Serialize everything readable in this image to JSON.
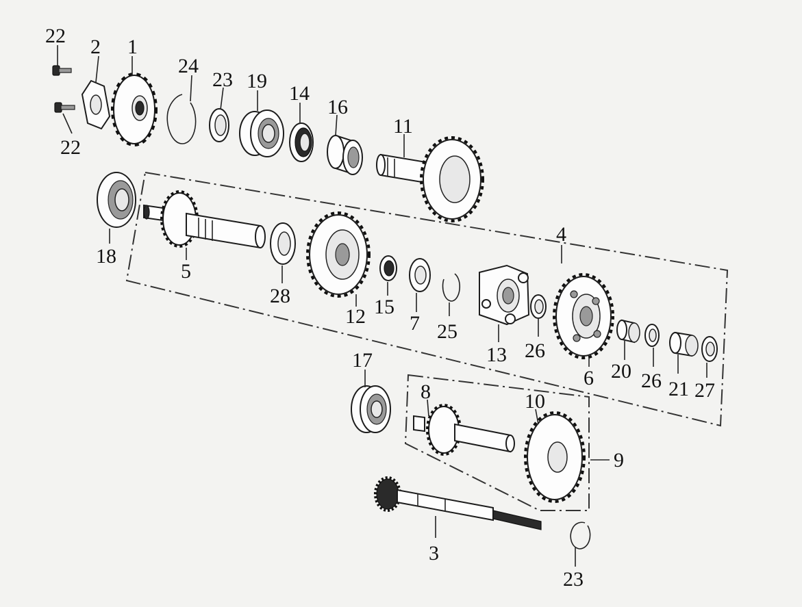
{
  "callouts": {
    "c1": "1",
    "c2": "2",
    "c3": "3",
    "c4": "4",
    "c5": "5",
    "c6": "6",
    "c7": "7",
    "c8": "8",
    "c9": "9",
    "c10": "10",
    "c11": "11",
    "c12": "12",
    "c13": "13",
    "c14": "14",
    "c15": "15",
    "c16": "16",
    "c17": "17",
    "c18": "18",
    "c19": "19",
    "c20": "20",
    "c21": "21",
    "c22a": "22",
    "c22b": "22",
    "c23a": "23",
    "c23b": "23",
    "c24": "24",
    "c25": "25",
    "c26a": "26",
    "c26b": "26",
    "c27": "27",
    "c28": "28"
  }
}
